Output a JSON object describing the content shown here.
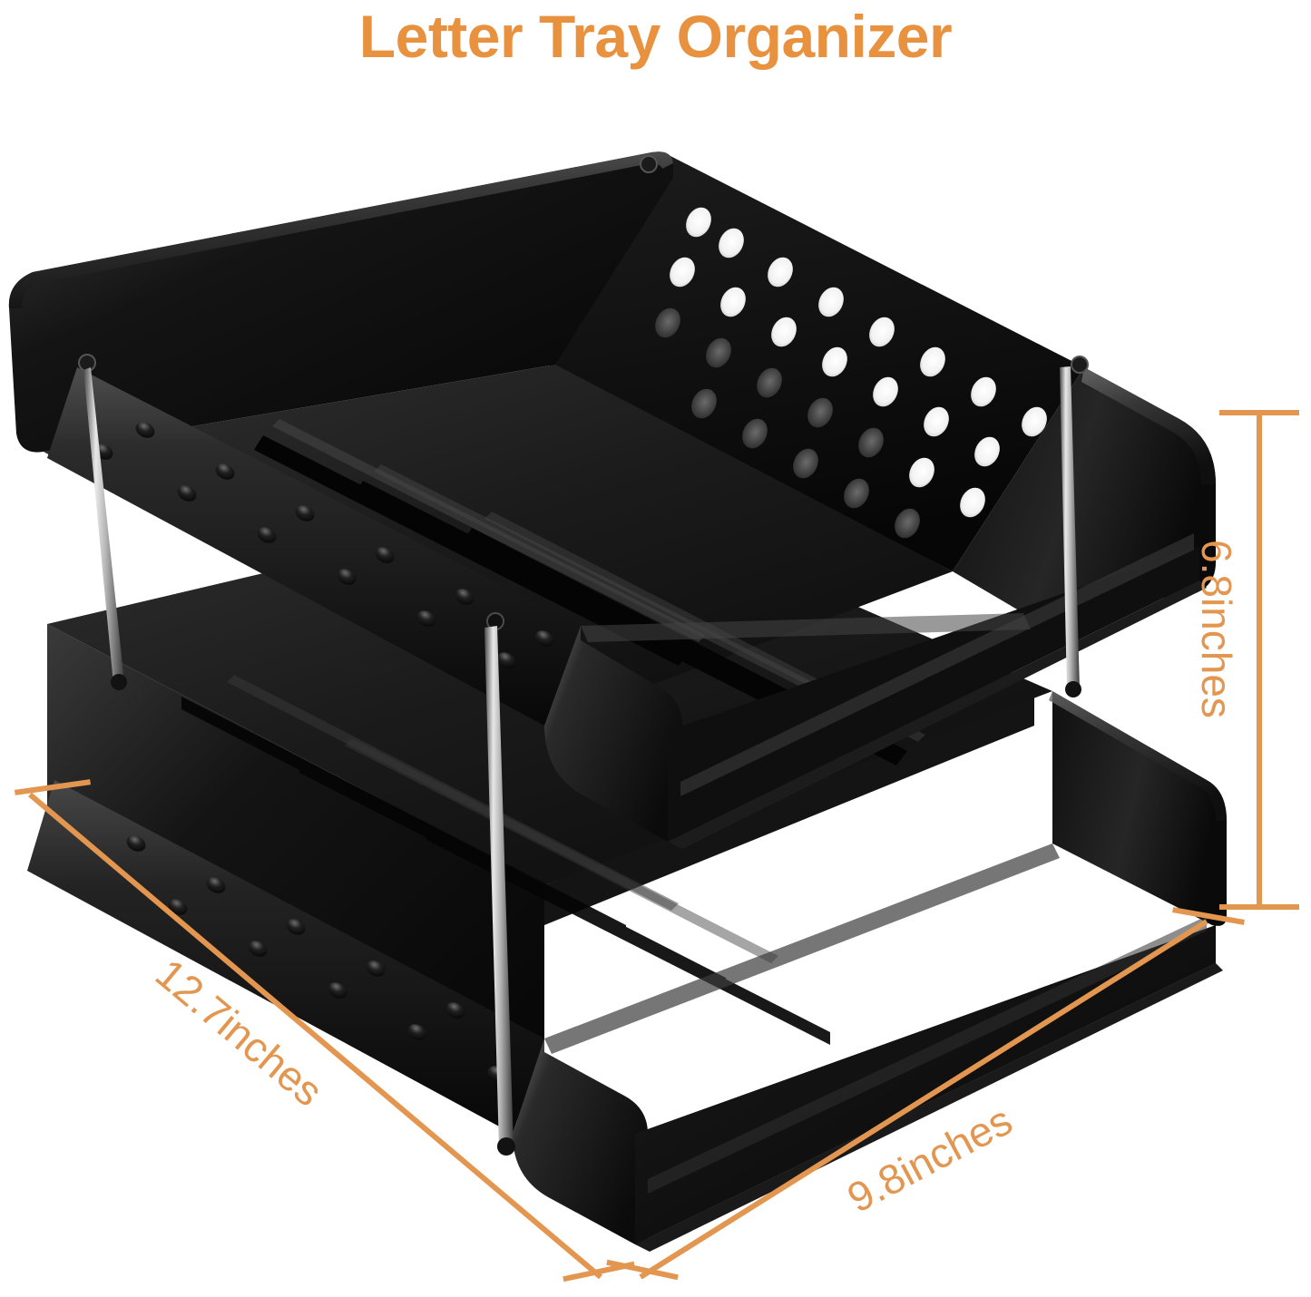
{
  "page": {
    "background_color": "#FFFFFF",
    "title": "Letter Tray Organizer",
    "title_color": "#E8913F"
  },
  "product": {
    "name": "two-tier-letter-tray",
    "material_color": "#0A0A0A",
    "highlight_color": "#5A5A5A",
    "post_color": "#C9C9C9",
    "tier_count": 2,
    "description": "Black glossy two-tier stacking letter tray with perforated back wall, dimpled front rails, and chrome support posts"
  },
  "dimensions": {
    "line_color": "#E3964F",
    "height": {
      "label": "6.8inches",
      "position": "right",
      "rotation": 90
    },
    "width": {
      "label": "12.7inches",
      "position": "bottom-left",
      "rotation": 40
    },
    "depth": {
      "label": "9.8inches",
      "position": "bottom-right",
      "rotation": -28
    }
  }
}
